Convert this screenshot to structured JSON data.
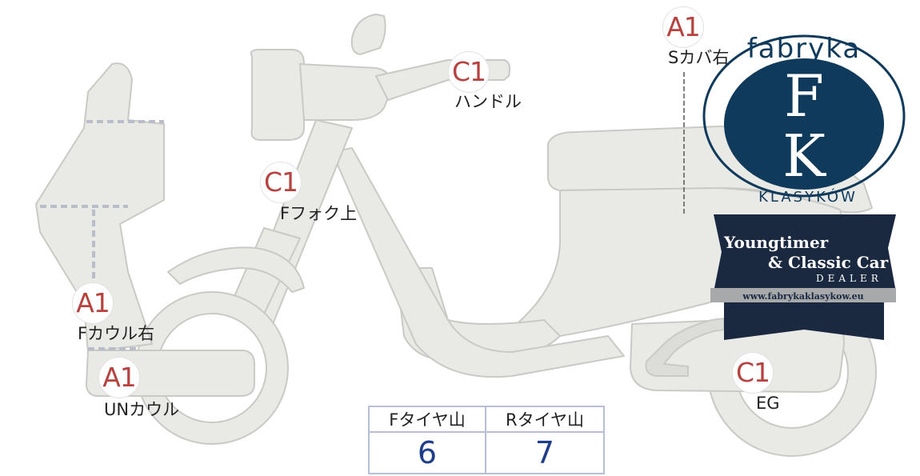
{
  "markers": [
    {
      "grade": "A1",
      "label": "Sカバ右"
    },
    {
      "grade": "C1",
      "label": "ハンドル"
    },
    {
      "grade": "C1",
      "label": "Fフォク上"
    },
    {
      "grade": "A1",
      "label": "Fカウル右"
    },
    {
      "grade": "A1",
      "label": "UNカウル"
    },
    {
      "grade": "C1",
      "label": "EG"
    }
  ],
  "tread_table": {
    "headers": [
      "Fタイヤ山",
      "Rタイヤ山"
    ],
    "values": [
      "6",
      "7"
    ]
  },
  "watermark": {
    "top_word": "fabryka",
    "letter_1": "F",
    "letter_2": "K",
    "arc_word": "KLASYKÓW",
    "banner_line_1": "Youngtimer",
    "banner_line_2": "& Classic Car",
    "banner_line_3": "DEALER",
    "url": "www.fabrykaklasykow.eu"
  },
  "colors": {
    "grade_red": "#b8423f",
    "value_blue": "#1f3d8a",
    "body_fill": "#e9e9e6",
    "body_stroke": "#c9c9c6",
    "logo_navy": "#0f3a5c",
    "banner_navy": "#1a2840"
  }
}
